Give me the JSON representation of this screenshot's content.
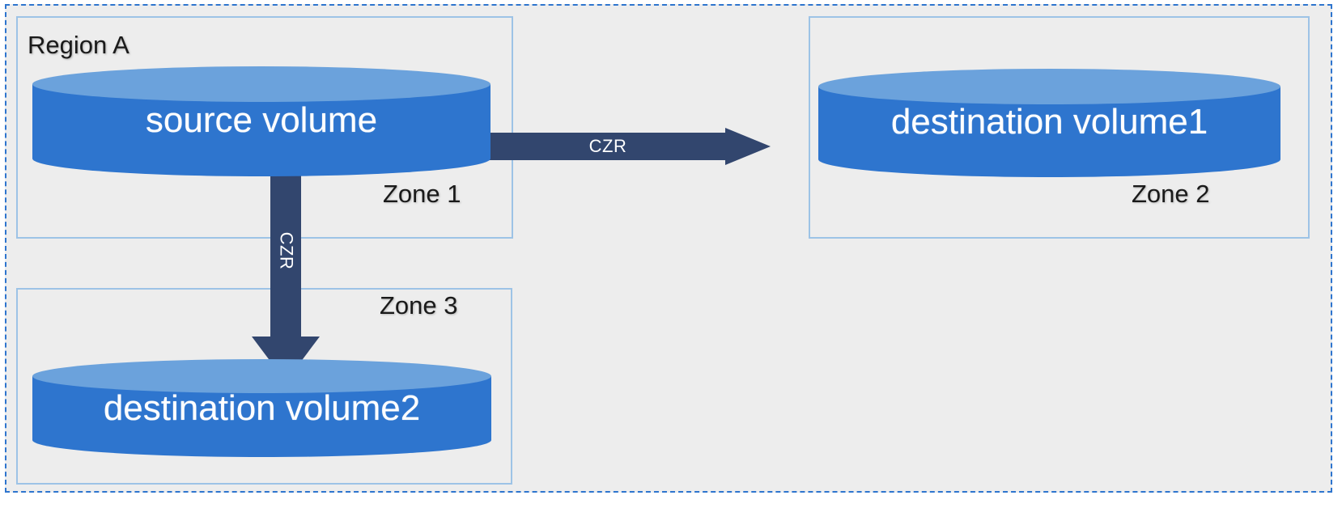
{
  "diagram": {
    "region": {
      "label": "Region A"
    },
    "zones": [
      {
        "id": "zone1",
        "label": "Zone 1"
      },
      {
        "id": "zone2",
        "label": "Zone 2"
      },
      {
        "id": "zone3",
        "label": "Zone 3"
      }
    ],
    "volumes": [
      {
        "id": "source",
        "label": "source volume",
        "zone": "Zone 1"
      },
      {
        "id": "dest1",
        "label": "destination volume1",
        "zone": "Zone 2"
      },
      {
        "id": "dest2",
        "label": "destination volume2",
        "zone": "Zone 3"
      }
    ],
    "connections": [
      {
        "id": "source-to-dest1",
        "label": "CZR",
        "from": "source volume",
        "to": "destination volume1",
        "direction": "right"
      },
      {
        "id": "source-to-dest2",
        "label": "CZR",
        "from": "source volume",
        "to": "destination volume2",
        "direction": "down"
      }
    ],
    "colors": {
      "cylinder_body": "#2E75CE",
      "cylinder_top": "#6BA2DC",
      "arrow": "#32466E",
      "zone_border": "#9DC3E6",
      "region_border": "#2E75CE",
      "background": "#EDEDED"
    }
  }
}
